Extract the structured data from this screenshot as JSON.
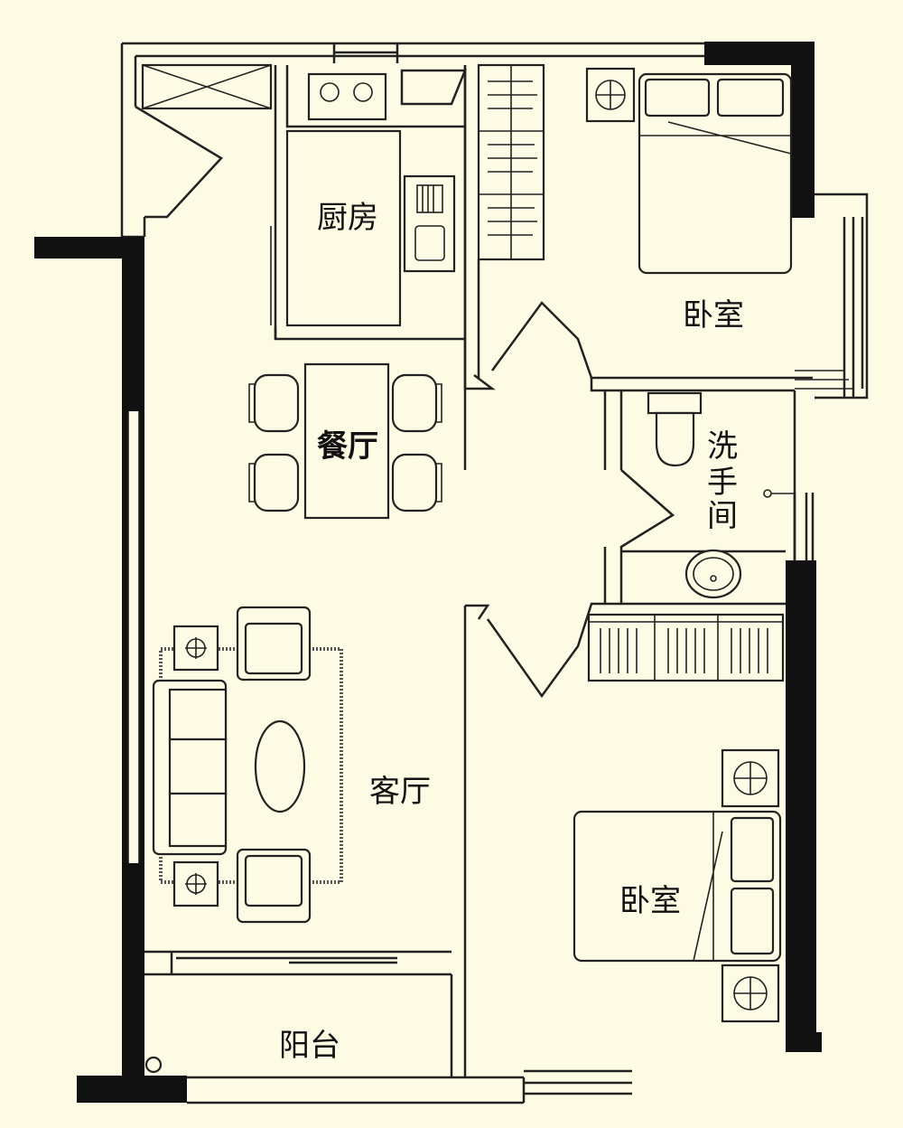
{
  "rooms": {
    "kitchen": "厨房",
    "bedroom_top": "卧室",
    "dining": "餐厅",
    "bathroom_1": "洗",
    "bathroom_2": "手",
    "bathroom_3": "间",
    "living": "客厅",
    "bedroom_bottom": "卧室",
    "balcony": "阳台"
  },
  "colors": {
    "background": "#fdfbe3",
    "walls": "#111111"
  }
}
